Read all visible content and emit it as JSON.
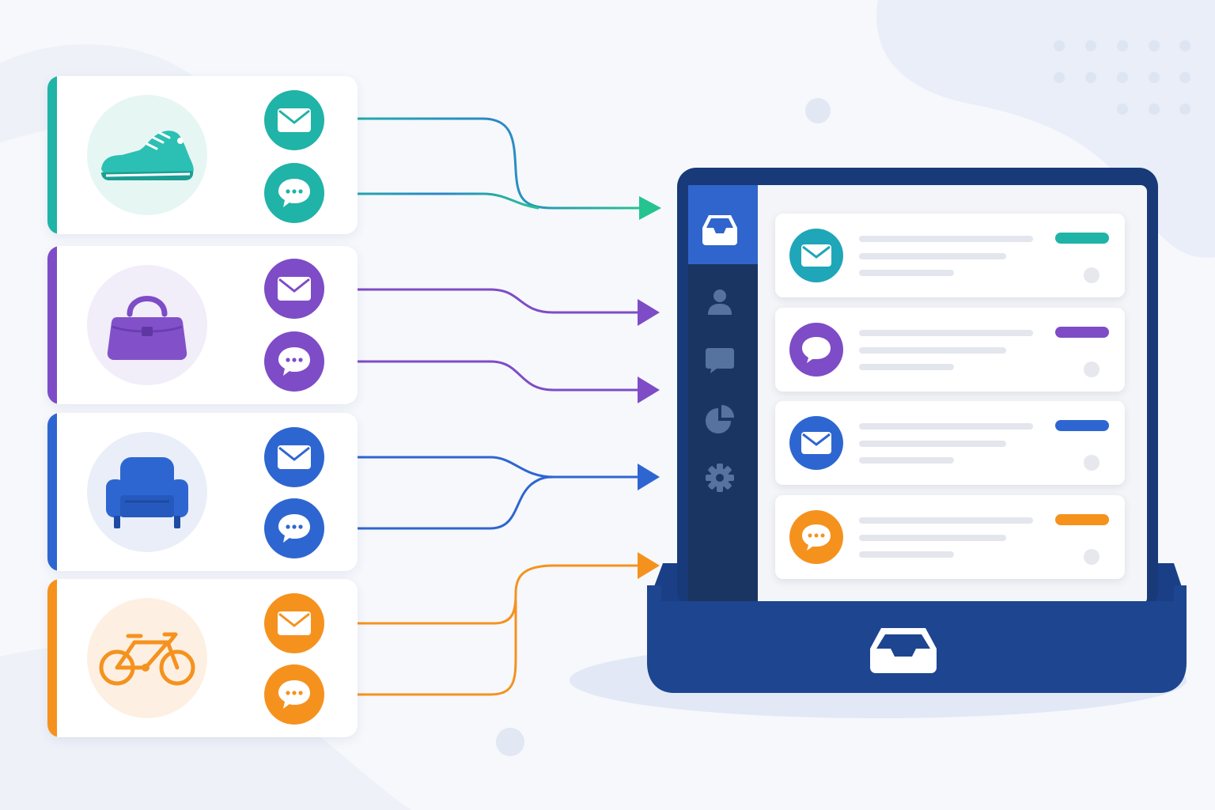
{
  "colors": {
    "teal": "#20b3a8",
    "purple": "#7e4cc6",
    "blue": "#2e66d1",
    "orange": "#f5921e",
    "navy": "#1e4590",
    "sidebar": "#1a3562",
    "background": "#f6f8fc"
  },
  "sources": [
    {
      "product_icon": "sneaker-icon",
      "color": "teal",
      "channels": [
        "email-icon",
        "chat-icon"
      ]
    },
    {
      "product_icon": "handbag-icon",
      "color": "purple",
      "channels": [
        "email-icon",
        "chat-icon"
      ]
    },
    {
      "product_icon": "armchair-icon",
      "color": "blue",
      "channels": [
        "email-icon",
        "chat-icon"
      ]
    },
    {
      "product_icon": "bicycle-icon",
      "color": "orange",
      "channels": [
        "email-icon",
        "chat-icon"
      ]
    }
  ],
  "inbox": {
    "sidebar_items": [
      "inbox-icon",
      "user-icon",
      "chat-icon",
      "pie-chart-icon",
      "gear-icon"
    ],
    "active_item": "inbox-icon",
    "messages": [
      {
        "channel_icon": "email-icon",
        "color": "teal"
      },
      {
        "channel_icon": "chat-icon",
        "color": "purple"
      },
      {
        "channel_icon": "email-icon",
        "color": "blue"
      },
      {
        "channel_icon": "chat-icon",
        "color": "orange"
      }
    ],
    "tray_icon": "inbox-tray-icon"
  }
}
